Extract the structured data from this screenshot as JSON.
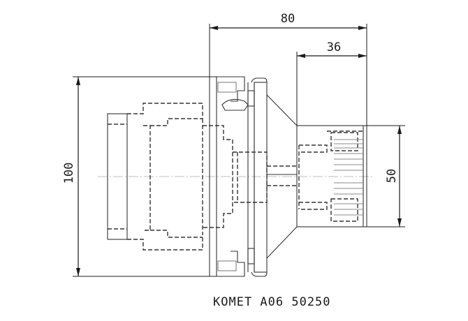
{
  "dimensions": {
    "overall_length": "80",
    "front_length": "36",
    "flange_diameter": "100",
    "shank_diameter": "50"
  },
  "caption": "KOMET A06 50250"
}
